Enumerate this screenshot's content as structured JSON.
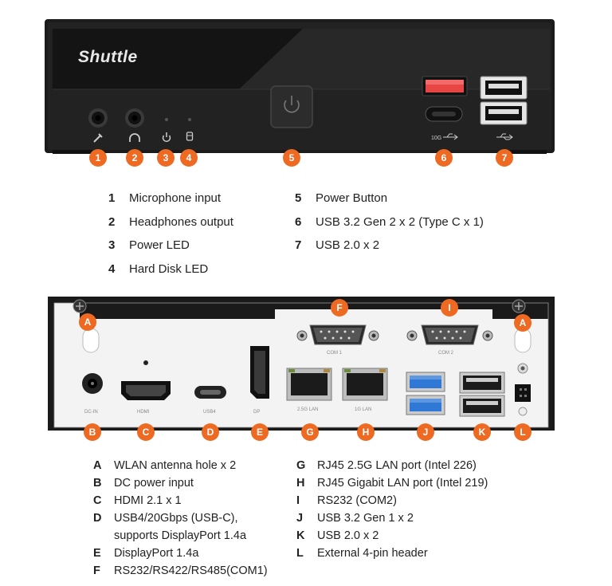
{
  "front": {
    "brand": "Shuttle",
    "badges": [
      "1",
      "2",
      "3",
      "4",
      "5",
      "6",
      "7"
    ],
    "usb_c_label": "10G"
  },
  "front_legend": {
    "left": [
      {
        "num": "1",
        "text": "Microphone input"
      },
      {
        "num": "2",
        "text": "Headphones output"
      },
      {
        "num": "3",
        "text": "Power LED"
      },
      {
        "num": "4",
        "text": "Hard Disk LED"
      }
    ],
    "right": [
      {
        "num": "5",
        "text": "Power Button"
      },
      {
        "num": "6",
        "text": "USB 3.2 Gen 2 x 2 (Type C x 1)"
      },
      {
        "num": "7",
        "text": "USB 2.0 x 2"
      }
    ]
  },
  "rear": {
    "badges": [
      "A",
      "B",
      "C",
      "D",
      "E",
      "F",
      "G",
      "H",
      "I",
      "J",
      "K",
      "L"
    ],
    "port_labels": {
      "dc": "DC-IN",
      "hdmi": "HDMI",
      "usb4": "USB4",
      "dp": "DP",
      "com1": "COM 1",
      "com2": "COM 2",
      "lan1": "2.5G LAN",
      "lan2": "1G LAN"
    }
  },
  "rear_legend": {
    "left": [
      {
        "num": "A",
        "text": "WLAN antenna hole x 2"
      },
      {
        "num": "B",
        "text": "DC power input"
      },
      {
        "num": "C",
        "text": "HDMI 2.1 x 1"
      },
      {
        "num": "D",
        "text": "USB4/20Gbps (USB-C),"
      },
      {
        "num": "",
        "text": "supports DisplayPort 1.4a"
      },
      {
        "num": "E",
        "text": "DisplayPort 1.4a"
      },
      {
        "num": "F",
        "text": "RS232/RS422/RS485(COM1)"
      }
    ],
    "right": [
      {
        "num": "G",
        "text": "RJ45 2.5G LAN port (Intel 226)"
      },
      {
        "num": "H",
        "text": "RJ45 Gigabit LAN port (Intel 219)"
      },
      {
        "num": "I",
        "text": "RS232 (COM2)"
      },
      {
        "num": "J",
        "text": "USB 3.2 Gen 1 x 2"
      },
      {
        "num": "K",
        "text": "USB 2.0 x 2"
      },
      {
        "num": "L",
        "text": "External 4-pin header"
      }
    ]
  },
  "colors": {
    "badge": "#ee6a22",
    "chassis": "#1a1a1a",
    "rear_panel": "#f2f2f2",
    "usb3": "#2f78d6",
    "usb_red": "#e84545"
  }
}
